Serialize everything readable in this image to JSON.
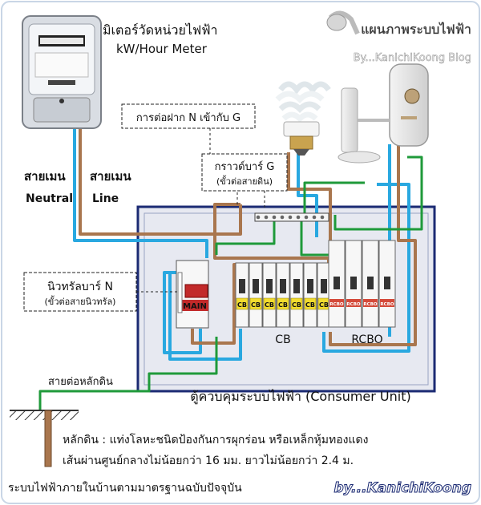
{
  "header": {
    "title": "แผนภาพระบบไฟฟ้า",
    "blog": "By...KanichiKoong Blog"
  },
  "meter": {
    "label_th": "มิเตอร์วัดหน่วยไฟฟ้า",
    "label_en": "kW/Hour Meter"
  },
  "wires": {
    "neutral_th": "สายเมน",
    "neutral_en": "Neutral",
    "line_th": "สายเมน",
    "line_en": "Line"
  },
  "callouts": {
    "n_to_g": "การต่อฝาก N เข้ากับ G",
    "ground_bar": "กราวด์บาร์ G",
    "ground_bar_sub": "(ขั้วต่อสายดิน)",
    "neutral_bar": "นิวทรัลบาร์ N",
    "neutral_bar_sub": "(ขั้วต่อสายนิวทรัล)",
    "ground_wire": "สายต่อหลักดิน"
  },
  "panel": {
    "main_label": "MAIN",
    "cb_tag": "CB",
    "rcbo_tag": "RCBO",
    "cb_group_label": "CB",
    "rcbo_group_label": "RCBO",
    "cb_count": 7,
    "rcbo_count": 4,
    "caption": "ตู้ควบคุมระบบไฟฟ้า (Consumer Unit)"
  },
  "ground_rod": {
    "line1": "หลักดิน : แท่งโลหะชนิดป้องกันการผุกร่อน หรือเหล็กหุ้มทองแดง",
    "line2": "เส้นผ่านศูนย์กลางไม่น้อยกว่า 16 มม. ยาวไม่น้อยกว่า 2.4 ม."
  },
  "footer": {
    "text": "ระบบไฟฟ้าภายในบ้านตามมาตรฐานฉบับปัจจุบัน",
    "brand": "by...KanichiKoong"
  },
  "colors": {
    "neutral_wire": "#29a8e0",
    "line_wire": "#a9764e",
    "ground_wire": "#1f9a3a",
    "panel_bg": "#e6e8f0",
    "panel_border": "#1b2a73",
    "cb_tag": "#f2dc2e",
    "rcbo_tag": "#d44a3a",
    "main_red": "#c22a2a"
  }
}
